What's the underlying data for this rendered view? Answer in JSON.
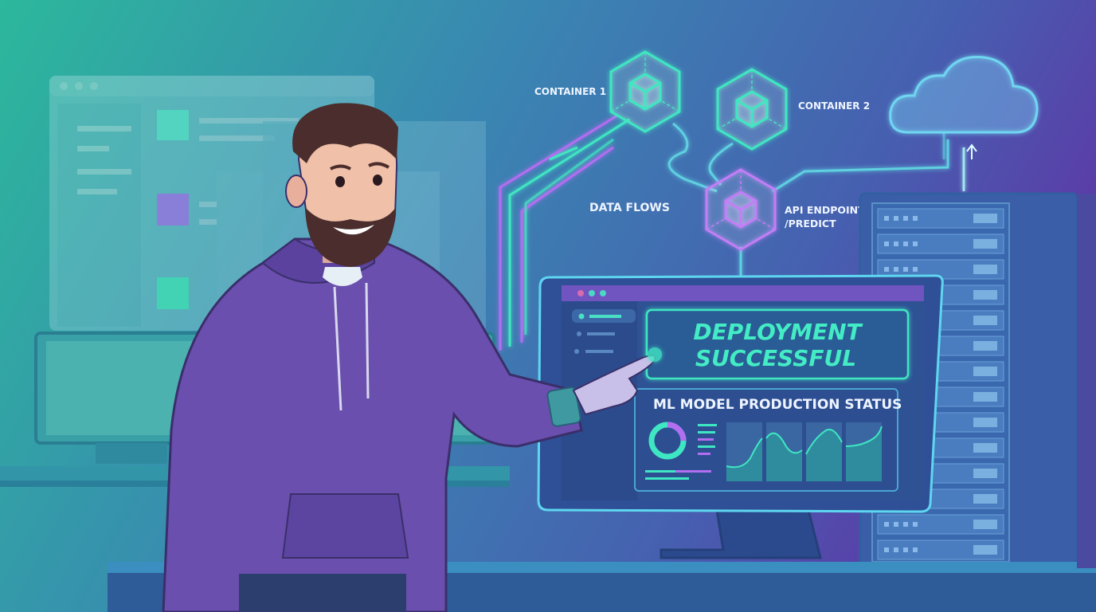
{
  "diagram": {
    "container_1": "CONTAINER 1",
    "container_2": "CONTAINER 2",
    "data_flows": "DATA FLOWS",
    "api_endpoint_line1": "API ENDPOINT",
    "api_endpoint_line2": "/PREDICT"
  },
  "monitor": {
    "headline_line1": "DEPLOYMENT",
    "headline_line2": "SUCCESSFUL",
    "panel_title": "ML MODEL PRODUCTION STATUS"
  },
  "colors": {
    "teal": "#3fe6c2",
    "purple": "#b26ef0",
    "hoodie": "#6a4fae",
    "bg_left": "#2cb49c",
    "bg_right": "#5a3ea8"
  }
}
